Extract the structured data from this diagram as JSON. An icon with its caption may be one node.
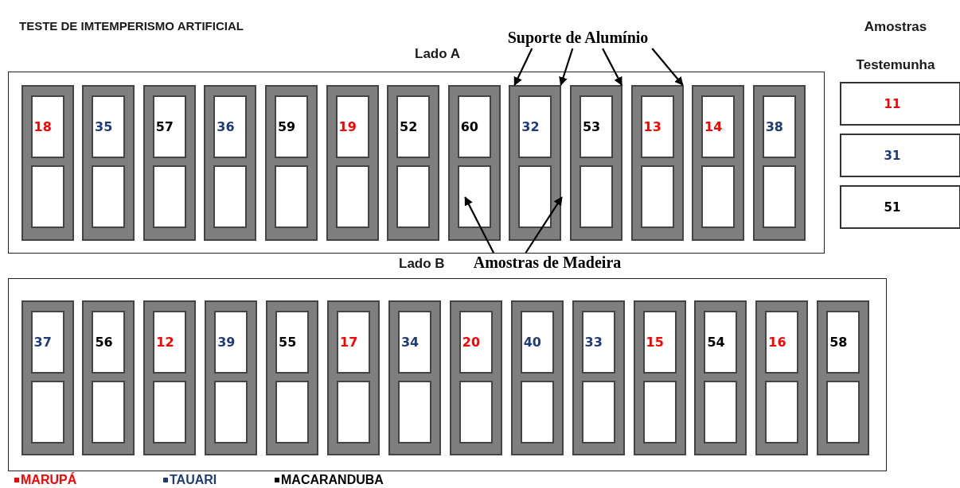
{
  "diagram": {
    "title": "TESTE DE IMTEMPERISMO ARTIFICIAL",
    "nodes": [
      {
        "text": [
          "Lado A"
        ]
      },
      {
        "text": [
          "18"
        ],
        "in": 0
      },
      {
        "text": [
          "35"
        ],
        "in": 0
      },
      {
        "text": [
          "57"
        ],
        "in": 0
      },
      {
        "text": [
          "36"
        ],
        "in": 0
      },
      {
        "text": [
          "59"
        ],
        "in": 0
      },
      {
        "text": [
          "19"
        ],
        "in": 0
      },
      {
        "text": [
          "52"
        ],
        "in": 0
      },
      {
        "text": [
          "60"
        ],
        "in": 0
      },
      {
        "text": [
          "32"
        ],
        "in": 0
      },
      {
        "text": [
          "53"
        ],
        "in": 0
      },
      {
        "text": [
          "13"
        ],
        "in": 0
      },
      {
        "text": [
          "14"
        ],
        "in": 0
      },
      {
        "text": [
          "38"
        ],
        "in": 0
      },
      {
        "text": [
          "Lado B"
        ]
      },
      {
        "text": [
          "37"
        ],
        "in": 14
      },
      {
        "text": [
          "56"
        ],
        "in": 14
      },
      {
        "text": [
          "12"
        ],
        "in": 14
      },
      {
        "text": [
          "39"
        ],
        "in": 14
      },
      {
        "text": [
          "55"
        ],
        "in": 14
      },
      {
        "text": [
          "17"
        ],
        "in": 14
      },
      {
        "text": [
          "34"
        ],
        "in": 14
      },
      {
        "text": [
          "20"
        ],
        "in": 14
      },
      {
        "text": [
          "40"
        ],
        "in": 14
      },
      {
        "text": [
          "33"
        ],
        "in": 14
      },
      {
        "text": [
          "15"
        ],
        "in": 14
      },
      {
        "text": [
          "54"
        ],
        "in": 14
      },
      {
        "text": [
          "16"
        ],
        "in": 14
      },
      {
        "text": [
          "58"
        ],
        "in": 14
      },
      {
        "text": [
          "11"
        ]
      },
      {
        "text": [
          "31"
        ]
      },
      {
        "text": [
          "51"
        ]
      },
      {
        "text": [
          "Suporte de Alumínio"
        ]
      },
      {
        "text": [
          "Amostras de Madeira"
        ]
      }
    ],
    "edges": [
      {
        "from": 32,
        "to": 9,
        "arrow": "to"
      },
      {
        "from": 32,
        "to": 9,
        "arrow": "to"
      },
      {
        "from": 32,
        "to": 10,
        "arrow": "to"
      },
      {
        "from": 32,
        "to": 11,
        "arrow": "to"
      },
      {
        "from": 33,
        "to": 8,
        "arrow": "to"
      },
      {
        "from": 33,
        "to": 9,
        "arrow": "to"
      }
    ],
    "labels": [
      "Amostras Testemunha"
    ],
    "legend": [
      {
        "text": "MARUPÁ",
        "color": "#ff0000"
      },
      {
        "text": "TAUARI",
        "color": "#1f3b7a"
      },
      {
        "text": "MACARANDUBA",
        "color": "#000000"
      }
    ]
  }
}
